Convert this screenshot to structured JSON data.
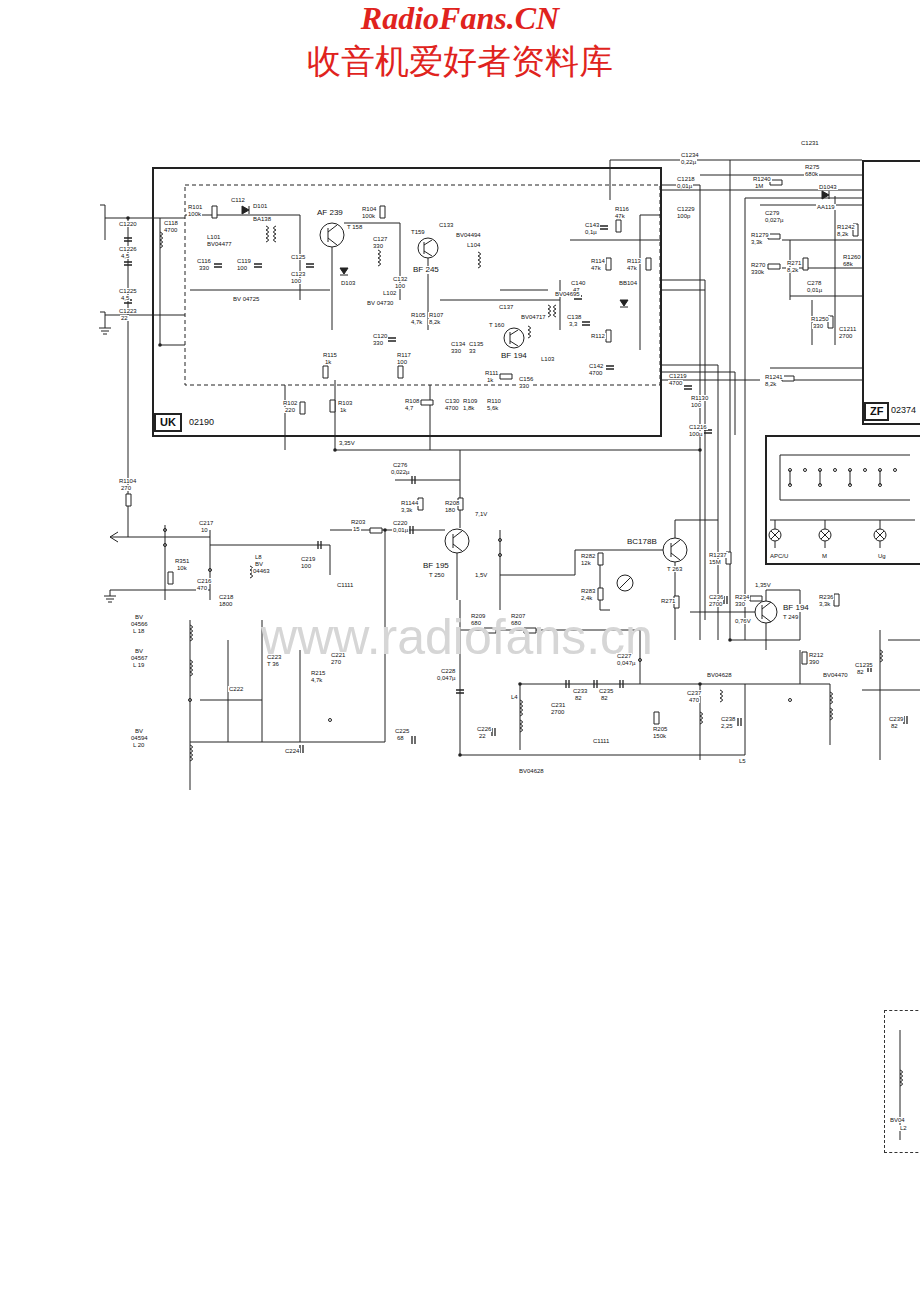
{
  "diagram": {
    "nodes": [
      {
        "text": [
          "UK",
          "02190"
        ]
      },
      {
        "text": [
          "ZF",
          "02374"
        ]
      },
      {
        "text": [
          "APC/U",
          "M",
          "Ug"
        ]
      },
      {
        "text": [
          "BV04",
          "L2"
        ]
      }
    ],
    "edges": [
      {
        "from": 0,
        "to": 1,
        "arrow": "none"
      },
      {
        "from": 0,
        "to": 2,
        "arrow": "none"
      }
    ],
    "labels": [
      "RadioFans.CN",
      "收音机爱好者资料库",
      "www.radiofans.cn",
      "C1220",
      "C1226",
      "4,5",
      "C1225",
      "4,5",
      "C1223",
      "22",
      "C118",
      "4700",
      "R101",
      "100k",
      "C112",
      "D101",
      "BA138",
      "L101",
      "BV04477",
      "C116",
      "330",
      "C119",
      "100",
      "BV 04725",
      "C125",
      "C123",
      "100",
      "AF 239",
      "T 158",
      "R104",
      "100k",
      "C127",
      "330",
      "T159",
      "BF 245",
      "C132",
      "100",
      "C133",
      "BV04494",
      "L104",
      "C143",
      "0,1µ",
      "R116",
      "47k",
      "R114",
      "47k",
      "R113",
      "47k",
      "C140",
      "47",
      "BB104",
      "BV04695",
      "BV04717",
      "T 160",
      "BF 194",
      "L102",
      "BV 04730",
      "D103",
      "R115",
      "1k",
      "C120",
      "330",
      "R117",
      "100",
      "R105",
      "4,7k",
      "R107",
      "8,2k",
      "C134",
      "330",
      "C135",
      "33",
      "C137",
      "L103",
      "C138",
      "3,3",
      "R112",
      "C142",
      "4700",
      "R111",
      "1k",
      "C156",
      "330",
      "R108",
      "4,7",
      "C130",
      "4700",
      "R109",
      "1,8k",
      "R110",
      "5,6k",
      "C1219",
      "4700",
      "R1130",
      "100",
      "C1216",
      "100µ",
      "R102",
      "220",
      "R103",
      "1k",
      "3,35V",
      "C1234",
      "0,22µ",
      "C1218",
      "0,01µ",
      "C1229",
      "100p",
      "C1231",
      "R275",
      "680k",
      "R1240",
      "1M",
      "D1043",
      "AA119",
      "C279",
      "0,027µ",
      "R1242",
      "8,2k",
      "R1279",
      "3,3k",
      "R271",
      "8,2k",
      "R270",
      "330k",
      "C278",
      "0,01µ",
      "R1260",
      "68k",
      "R1250",
      "330",
      "C1211",
      "2700",
      "R1241",
      "8,2k",
      "C276",
      "0,022µ",
      "R1144",
      "3,3k",
      "R208",
      "180",
      "7,1V",
      "C220",
      "0,01µ",
      "BF 195",
      "T 250",
      "1,5V",
      "R1104",
      "270",
      "R351",
      "10k",
      "C217",
      "10",
      "L8",
      "BV",
      "04463",
      "C216",
      "470",
      "C218",
      "1800",
      "R203",
      "15",
      "C219",
      "100",
      "C1111",
      "BV",
      "04566",
      "L 18",
      "BV",
      "04567",
      "L 19",
      "BV",
      "04594",
      "L 20",
      "C223",
      "T 36",
      "C222",
      "C221",
      "270",
      "R215",
      "4,7k",
      "C224",
      "C225",
      "68",
      "BC178B",
      "T 263",
      "R282",
      "12k",
      "R283",
      "2,4k",
      "R271",
      "R1237",
      "15M",
      "C236",
      "2700",
      "R234",
      "330",
      "1,35V",
      "BF 194",
      "T 249",
      "0,76V",
      "R236",
      "3,3k",
      "R209",
      "680",
      "R207",
      "680",
      "R212",
      "390",
      "C228",
      "0,047µ",
      "C227",
      "0,047µ",
      "C231",
      "2700",
      "C233",
      "82",
      "C235",
      "82",
      "C1111",
      "R205",
      "150k",
      "C237",
      "470",
      "BV04628",
      "BV04470",
      "C238",
      "2,25",
      "C1235",
      "82",
      "C239",
      "82",
      "L4",
      "L5",
      "C226",
      "22",
      "BV04628"
    ]
  }
}
